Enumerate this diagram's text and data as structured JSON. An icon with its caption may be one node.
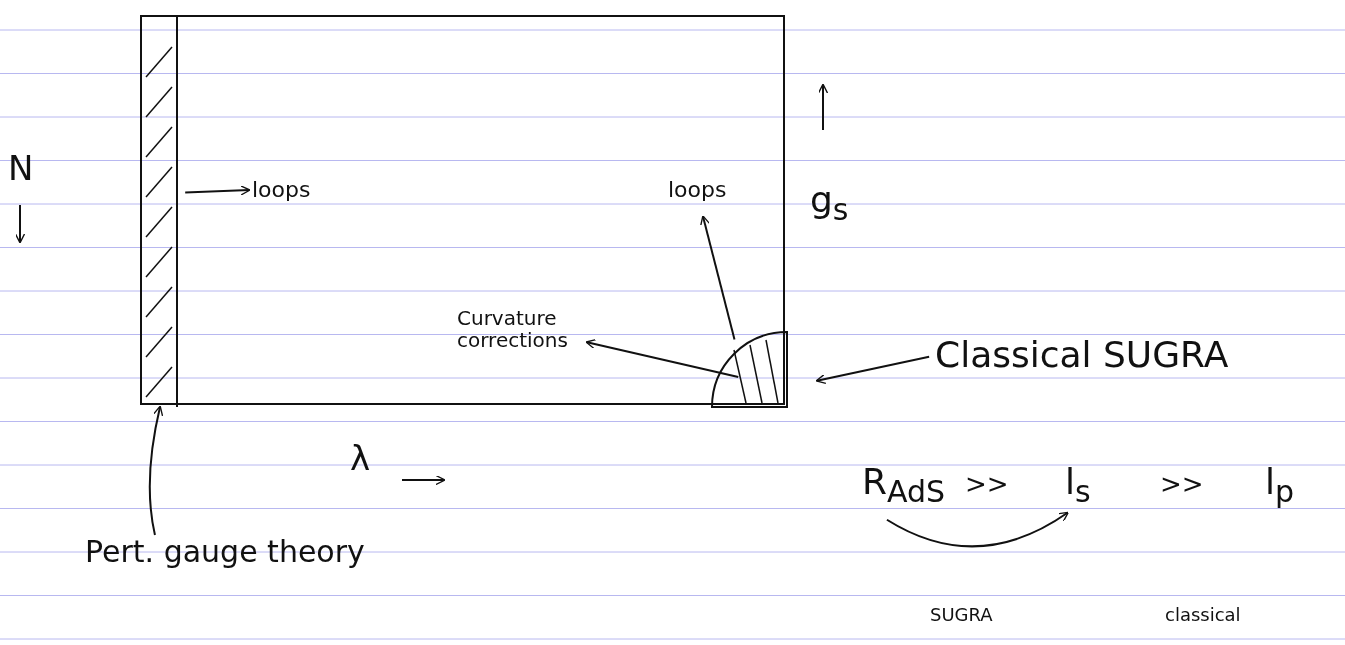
{
  "diagram": {
    "nodes": [
      {
        "text": [],
        "shape": "box"
      },
      {
        "text": [],
        "shape": "bar",
        "in": 0
      },
      {
        "text": [],
        "shape": "sector",
        "in": 0
      },
      {
        "text": [
          "Pert. gauge theory"
        ]
      },
      {
        "text": [
          "Classical SUGRA"
        ]
      },
      {
        "text": [
          "Curvature corrections"
        ],
        "in": 0
      },
      {
        "text": [
          "loops"
        ],
        "in": 0
      },
      {
        "text": [
          "loops"
        ],
        "in": 0
      },
      {
        "text": [
          "R$_{AdS}$"
        ]
      },
      {
        "text": [
          "l$_{s}$"
        ]
      },
      {
        "text": [
          "l$_{p}$"
        ]
      }
    ],
    "edges": [
      {
        "from": 3,
        "to": 1,
        "arrow": "to"
      },
      {
        "from": 4,
        "to": 2,
        "arrow": "to"
      },
      {
        "from": 2,
        "to": 5,
        "arrow": "to"
      },
      {
        "from": 2,
        "to": 6,
        "arrow": "to"
      },
      {
        "from": 1,
        "to": 7,
        "arrow": "to"
      },
      {
        "from": 8,
        "to": 9,
        "arrow": "to"
      }
    ],
    "labels": [
      "g$_{s}$",
      "N",
      "λ",
      ">>",
      ">>",
      "SUGRA",
      "classical"
    ]
  }
}
